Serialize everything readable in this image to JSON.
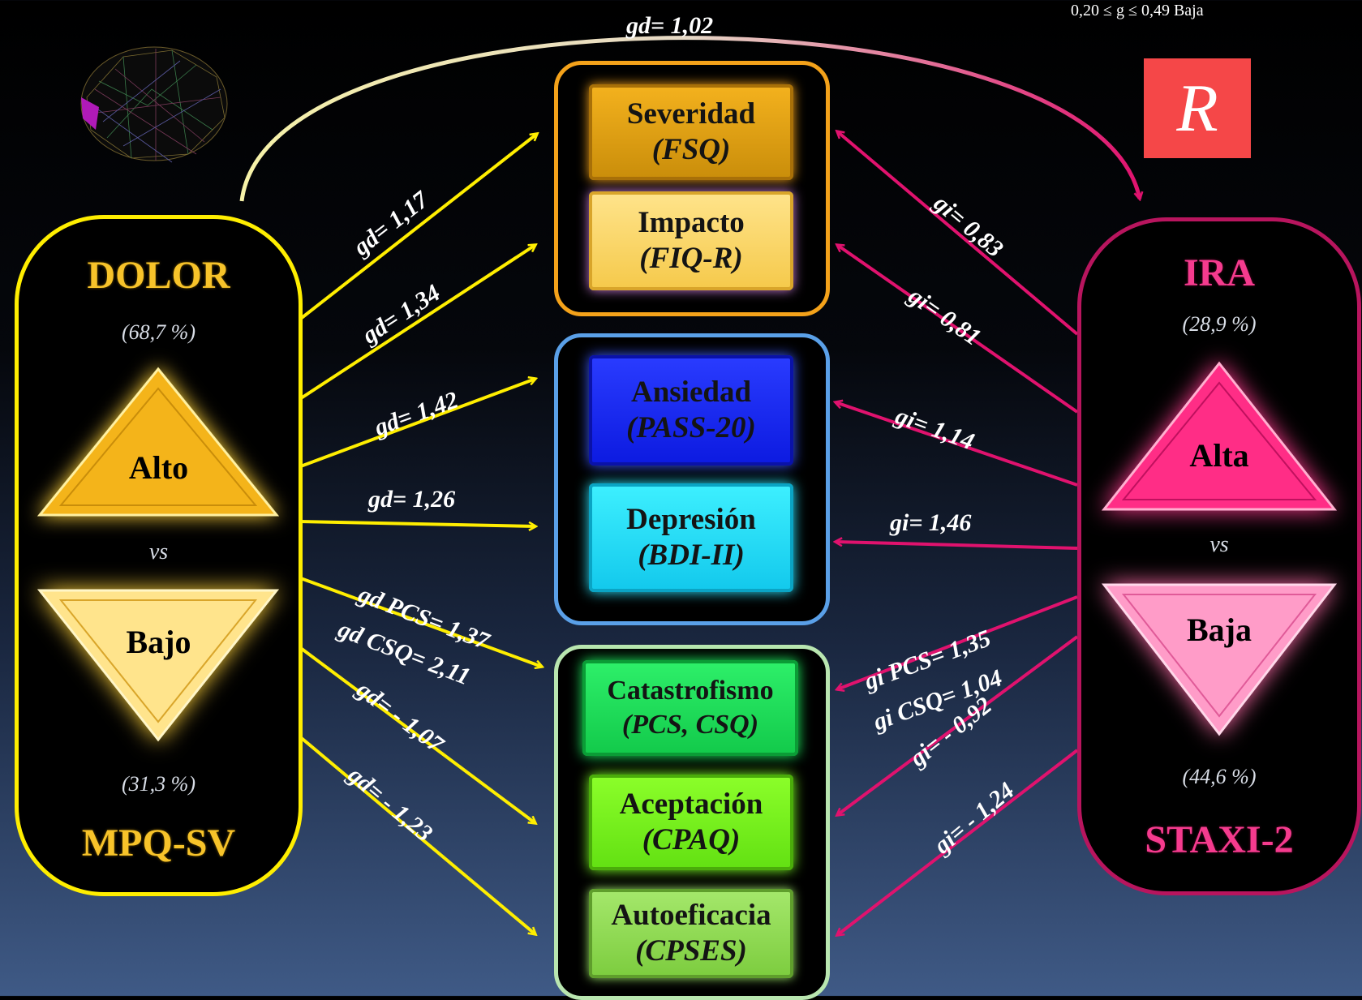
{
  "legend": "0,20 ≤ g ≤ 0,49    Baja",
  "top_effect": "gd=  1,02",
  "dolor": {
    "title": "DOLOR",
    "high_pct": "(68,7 %)",
    "high_label": "Alto",
    "vs": "vs",
    "low_label": "Bajo",
    "low_pct": "(31,3 %)",
    "instrument": "MPQ-SV"
  },
  "ira": {
    "title": "IRA",
    "high_pct": "(28,9 %)",
    "high_label": "Alta",
    "vs": "vs",
    "low_label": "Baja",
    "low_pct": "(44,6 %)",
    "instrument": "STAXI-2"
  },
  "outcomes": {
    "severidad": {
      "name": "Severidad",
      "scale": "(FSQ)"
    },
    "impacto": {
      "name": "Impacto",
      "scale": "(FIQ-R)"
    },
    "ansiedad": {
      "name": "Ansiedad",
      "scale": "(PASS-20)"
    },
    "depresion": {
      "name": "Depresión",
      "scale": "(BDI-II)"
    },
    "catastrofismo": {
      "name": "Catastrofismo",
      "scale": "(PCS, CSQ)"
    },
    "aceptacion": {
      "name": "Aceptación",
      "scale": "(CPAQ)"
    },
    "autoeficacia": {
      "name": "Autoeficacia",
      "scale": "(CPSES)"
    }
  },
  "effects_gd": {
    "severidad": "gd=  1,17",
    "impacto": "gd=  1,34",
    "ansiedad": "gd=  1,42",
    "depresion": "gd=  1,26",
    "cat_pcs": "gd PCS= 1,37",
    "cat_csq": "gd CSQ= 2,11",
    "aceptacion": "gd=  - 1,07",
    "autoeficacia": "gd=  - 1,23"
  },
  "effects_gi": {
    "severidad": "gi= 0,83",
    "impacto": "gi= 0,81",
    "ansiedad": "gi= 1,14",
    "depresion": "gi= 1,46",
    "cat_pcs": "gi PCS= 1,35",
    "cat_csq": "gi CSQ= 1,04",
    "aceptacion": "gi= - 0,92",
    "autoeficacia": "gi= - 1,24"
  },
  "colors": {
    "dolor": "#ffee00",
    "ira": "#e0126e",
    "triangle_dolor": "#f4b41a",
    "triangle_ira": "#ff2d86"
  },
  "icons": [
    "brain-mesh-icon",
    "r-logo-icon"
  ]
}
